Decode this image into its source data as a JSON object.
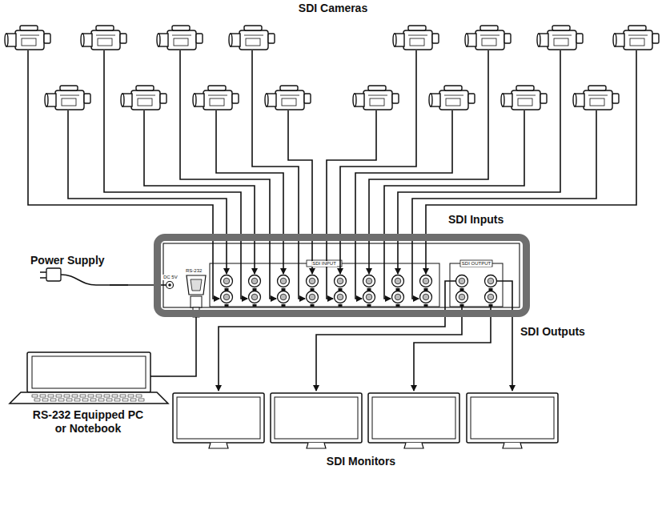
{
  "diagram": {
    "nodes": [
      {
        "text": [
          "DC 5V",
          "RS-232",
          "SDI INPUT",
          "SDI OUTPUT"
        ]
      },
      {
        "text": [
          "Power Supply"
        ]
      },
      {
        "text": [
          "RS-232 Equipped PC or Notebook"
        ]
      }
    ],
    "edges": [
      {
        "from": 1,
        "to": 0,
        "arrow": "none"
      },
      {
        "from": 2,
        "to": 0,
        "arrow": "none"
      }
    ],
    "labels": [
      "SDI Cameras",
      "SDI Inputs",
      "SDI Outputs",
      "SDI Monitors"
    ]
  }
}
